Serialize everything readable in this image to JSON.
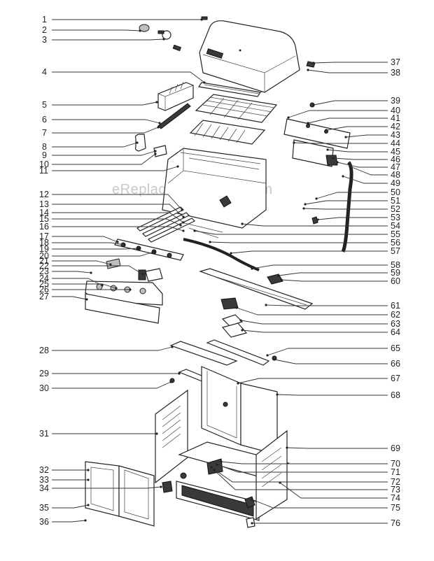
{
  "watermark": "eReplacementParts.com",
  "callouts_left": [
    "1",
    "2",
    "3",
    "4",
    "5",
    "6",
    "7",
    "8",
    "9",
    "10",
    "11",
    "12",
    "13",
    "14",
    "15",
    "16",
    "17",
    "18",
    "19",
    "20",
    "21",
    "22",
    "23",
    "24",
    "25",
    "26",
    "27",
    "28",
    "29",
    "30",
    "31",
    "32",
    "33",
    "34",
    "35",
    "36"
  ],
  "callouts_right": [
    "37",
    "38",
    "39",
    "40",
    "41",
    "42",
    "43",
    "44",
    "45",
    "46",
    "47",
    "48",
    "49",
    "50",
    "51",
    "52",
    "53",
    "54",
    "55",
    "56",
    "57",
    "58",
    "59",
    "60",
    "61",
    "62",
    "63",
    "64",
    "65",
    "66",
    "67",
    "68",
    "69",
    "70",
    "71",
    "72",
    "73",
    "74",
    "75",
    "76"
  ]
}
